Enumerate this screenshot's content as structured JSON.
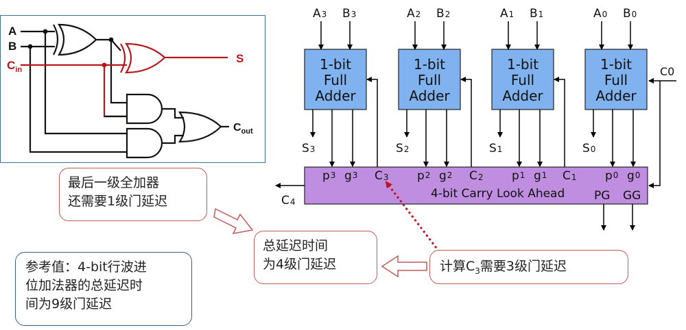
{
  "circuit": {
    "in_a": "A",
    "in_b": "B",
    "in_cin_main": "C",
    "in_cin_sub": "in",
    "out_s": "S",
    "out_cout_main": "C",
    "out_cout_sub": "out"
  },
  "adders": [
    {
      "a": "A",
      "a_sub": "3",
      "b": "B",
      "b_sub": "3",
      "line1": "1-bit",
      "line2": "Full",
      "line3": "Adder",
      "s": "S",
      "s_sub": "3"
    },
    {
      "a": "A",
      "a_sub": "2",
      "b": "B",
      "b_sub": "2",
      "line1": "1-bit",
      "line2": "Full",
      "line3": "Adder",
      "s": "S",
      "s_sub": "2"
    },
    {
      "a": "A",
      "a_sub": "1",
      "b": "B",
      "b_sub": "1",
      "line1": "1-bit",
      "line2": "Full",
      "line3": "Adder",
      "s": "S",
      "s_sub": "1"
    },
    {
      "a": "A",
      "a_sub": "0",
      "b": "B",
      "b_sub": "0",
      "line1": "1-bit",
      "line2": "Full",
      "line3": "Adder",
      "s": "S",
      "s_sub": "0"
    }
  ],
  "c0_label": "C0",
  "cla": {
    "title": "4-bit Carry Look Ahead",
    "p3": "p",
    "p3_sub": "3",
    "g3": "g",
    "g3_sub": "3",
    "c3": "C",
    "c3_sub": "3",
    "p2": "p",
    "p2_sub": "2",
    "g2": "g",
    "g2_sub": "2",
    "c2": "C",
    "c2_sub": "2",
    "p1": "p",
    "p1_sub": "1",
    "g1": "g",
    "g1_sub": "1",
    "c1": "C",
    "c1_sub": "1",
    "p0": "p",
    "p0_sub": "0",
    "g0": "g",
    "g0_sub": "0",
    "pg": "PG",
    "gg": "GG",
    "c4": "C",
    "c4_sub": "4"
  },
  "notes": {
    "last_stage_line1": "最后一级全加器",
    "last_stage_line2": "还需要1级门延迟",
    "total_line1": "总延迟时间",
    "total_line2": "为4级门延迟",
    "c3_pre": "计算C",
    "c3_sub": "3",
    "c3_post": "需要3级门延迟",
    "ref_line1": "参考值：4-bit行波进",
    "ref_line2": "位加法器的总延迟时",
    "ref_line3": "间为9级门延迟"
  },
  "colors": {
    "adder_fill": "#7fb2ee",
    "cla_fill": "#c08ee0",
    "red_wire": "#b8161b",
    "note_border": "#c25a55",
    "ref_border": "#2f5f8f"
  }
}
